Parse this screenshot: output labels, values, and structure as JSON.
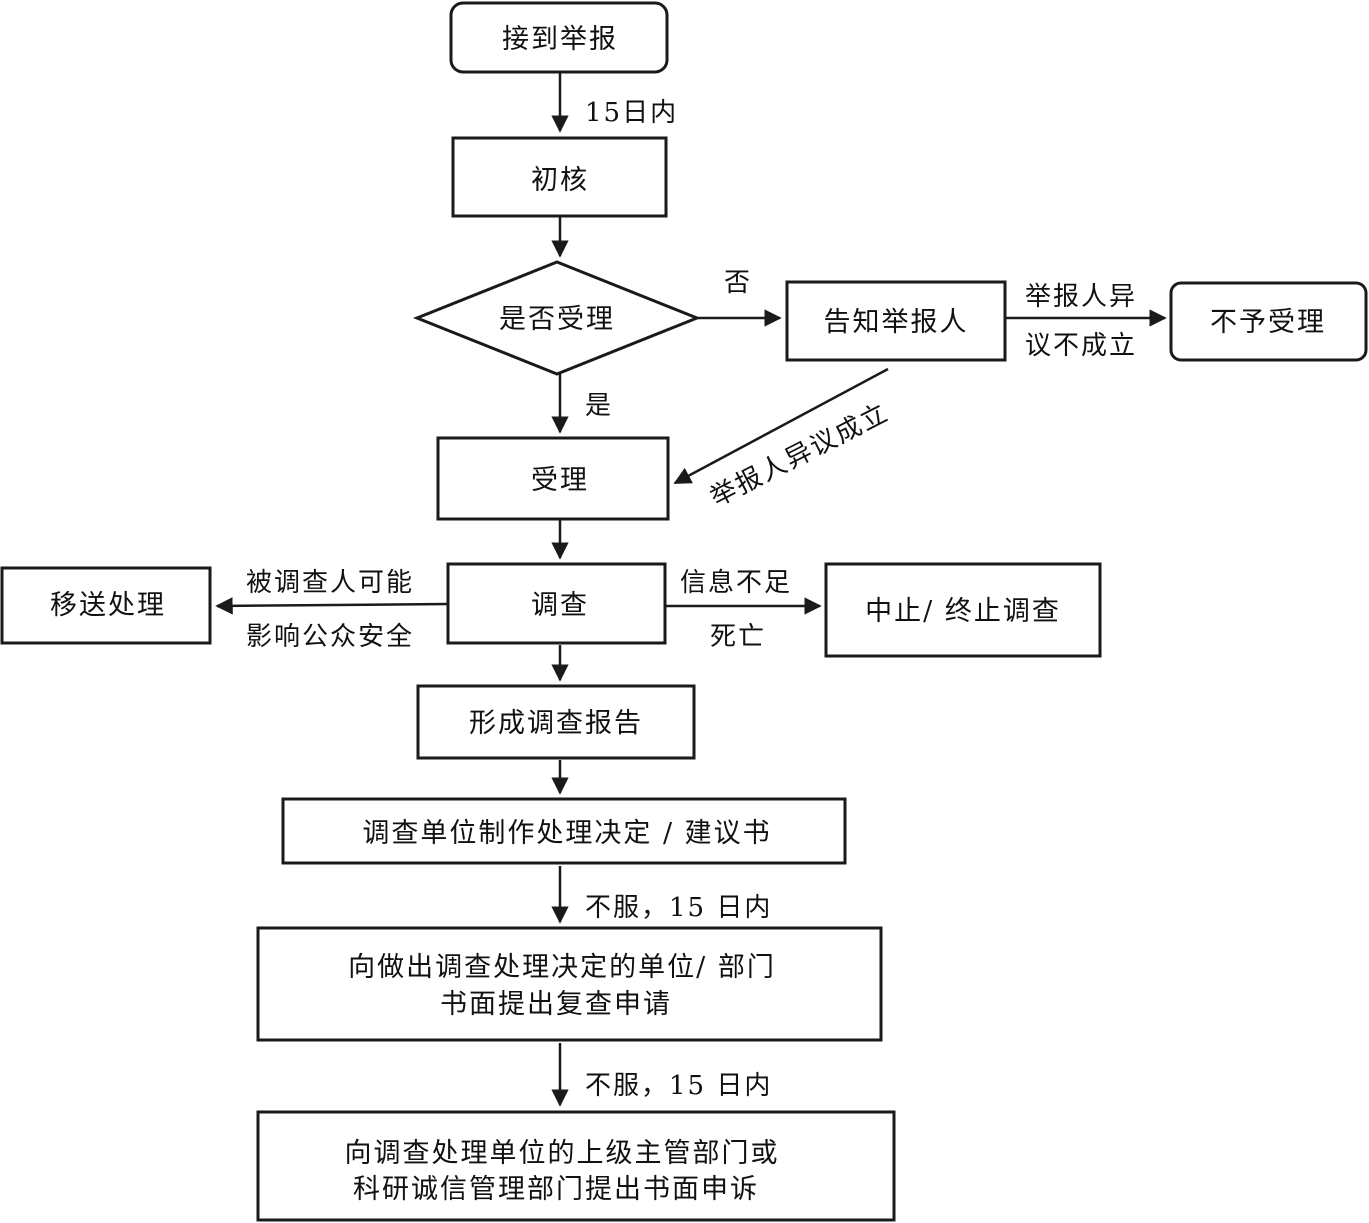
{
  "diagram": {
    "nodes": {
      "receive_report": "接到举报",
      "initial_review": "初核",
      "accept_decision": "是否受理",
      "notify_reporter": "告知举报人",
      "not_accepted": "不予受理",
      "accepted": "受理",
      "transfer": "移送处理",
      "investigate": "调查",
      "suspend_terminate": "中止/ 终止调查",
      "form_report": "形成调查报告",
      "decision_doc": "调查单位制作处理决定 / 建议书",
      "review_request_line1": "向做出调查处理决定的单位/ 部门",
      "review_request_line2": "书面提出复查申请",
      "appeal_line1": "向调查处理单位的上级主管部门或",
      "appeal_line2": "科研诚信管理部门提出书面申诉"
    },
    "edge_labels": {
      "within_15_days": "15日内",
      "no": "否",
      "yes": "是",
      "objection_fail_line1": "举报人异",
      "objection_fail_line2": "议不成立",
      "objection_success": "举报人异议成立",
      "transfer_line1": "被调查人可能",
      "transfer_line2": "影响公众安全",
      "suspend_line1": "信息不足",
      "suspend_line2": "死亡",
      "disagree_15_days_1": "不服，15 日内",
      "disagree_15_days_2": "不服，15 日内"
    }
  }
}
